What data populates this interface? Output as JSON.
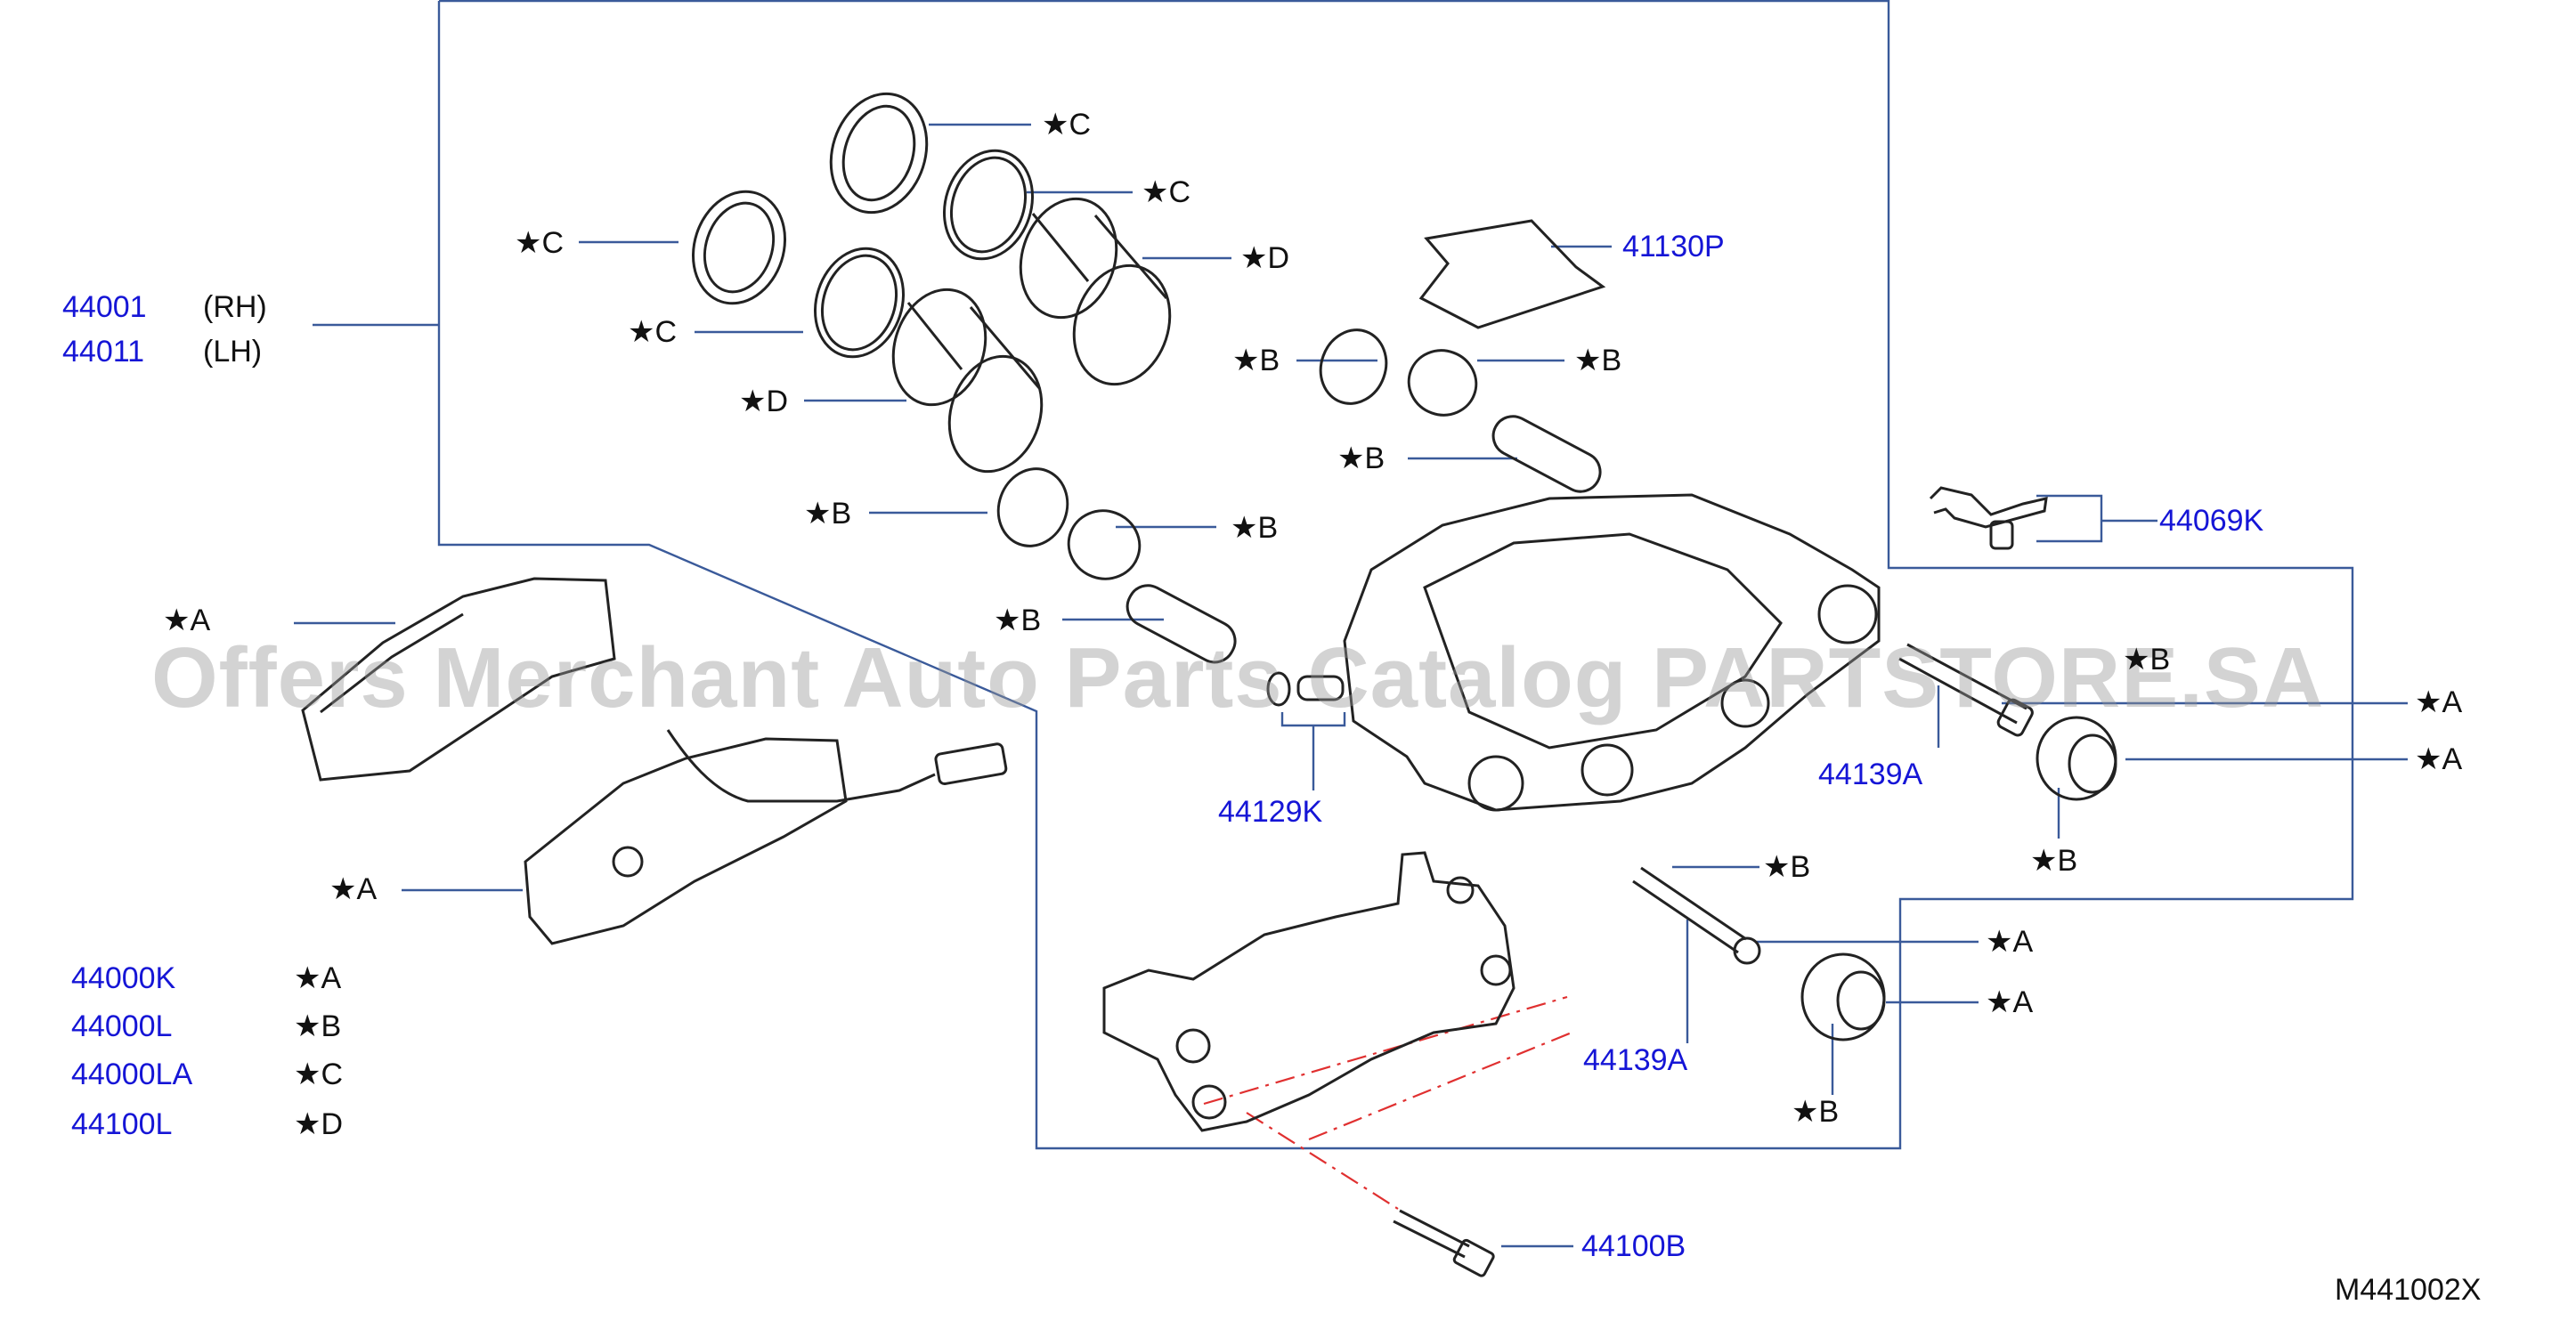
{
  "diagram_code": "M441002X",
  "watermark": "Offers Merchant Auto Parts Catalog PARTSTORE.SA",
  "colors": {
    "part_number": "#1515d6",
    "lead_line": "#3a5a9a",
    "drawing": "#222222",
    "dash": "#e03030"
  },
  "assembly": {
    "rh_number": "44001",
    "rh_side": "(RH)",
    "lh_number": "44011",
    "lh_side": "(LH)"
  },
  "part_labels": {
    "p41130P": "41130P",
    "p44069K": "44069K",
    "p44129K": "44129K",
    "p44139A_top": "44139A",
    "p44139A_bottom": "44139A",
    "p44100B": "44100B"
  },
  "star_labels": {
    "c1": "★C",
    "c2": "★C",
    "c3": "★C",
    "c4": "★C",
    "d1": "★D",
    "d2": "★D",
    "b1": "★B",
    "b2": "★B",
    "b3": "★B",
    "b4": "★B",
    "b5": "★B",
    "b6": "★B",
    "b7": "★B",
    "b8": "★B",
    "b9": "★B",
    "b10": "★B",
    "a1": "★A",
    "a2": "★A",
    "a3": "★A",
    "a4": "★A",
    "a5": "★A",
    "a6": "★A"
  },
  "kits": [
    {
      "number": "44000K",
      "mark": "★A"
    },
    {
      "number": "44000L",
      "mark": "★B"
    },
    {
      "number": "44000LA",
      "mark": "★C"
    },
    {
      "number": "44100L",
      "mark": "★D"
    }
  ]
}
